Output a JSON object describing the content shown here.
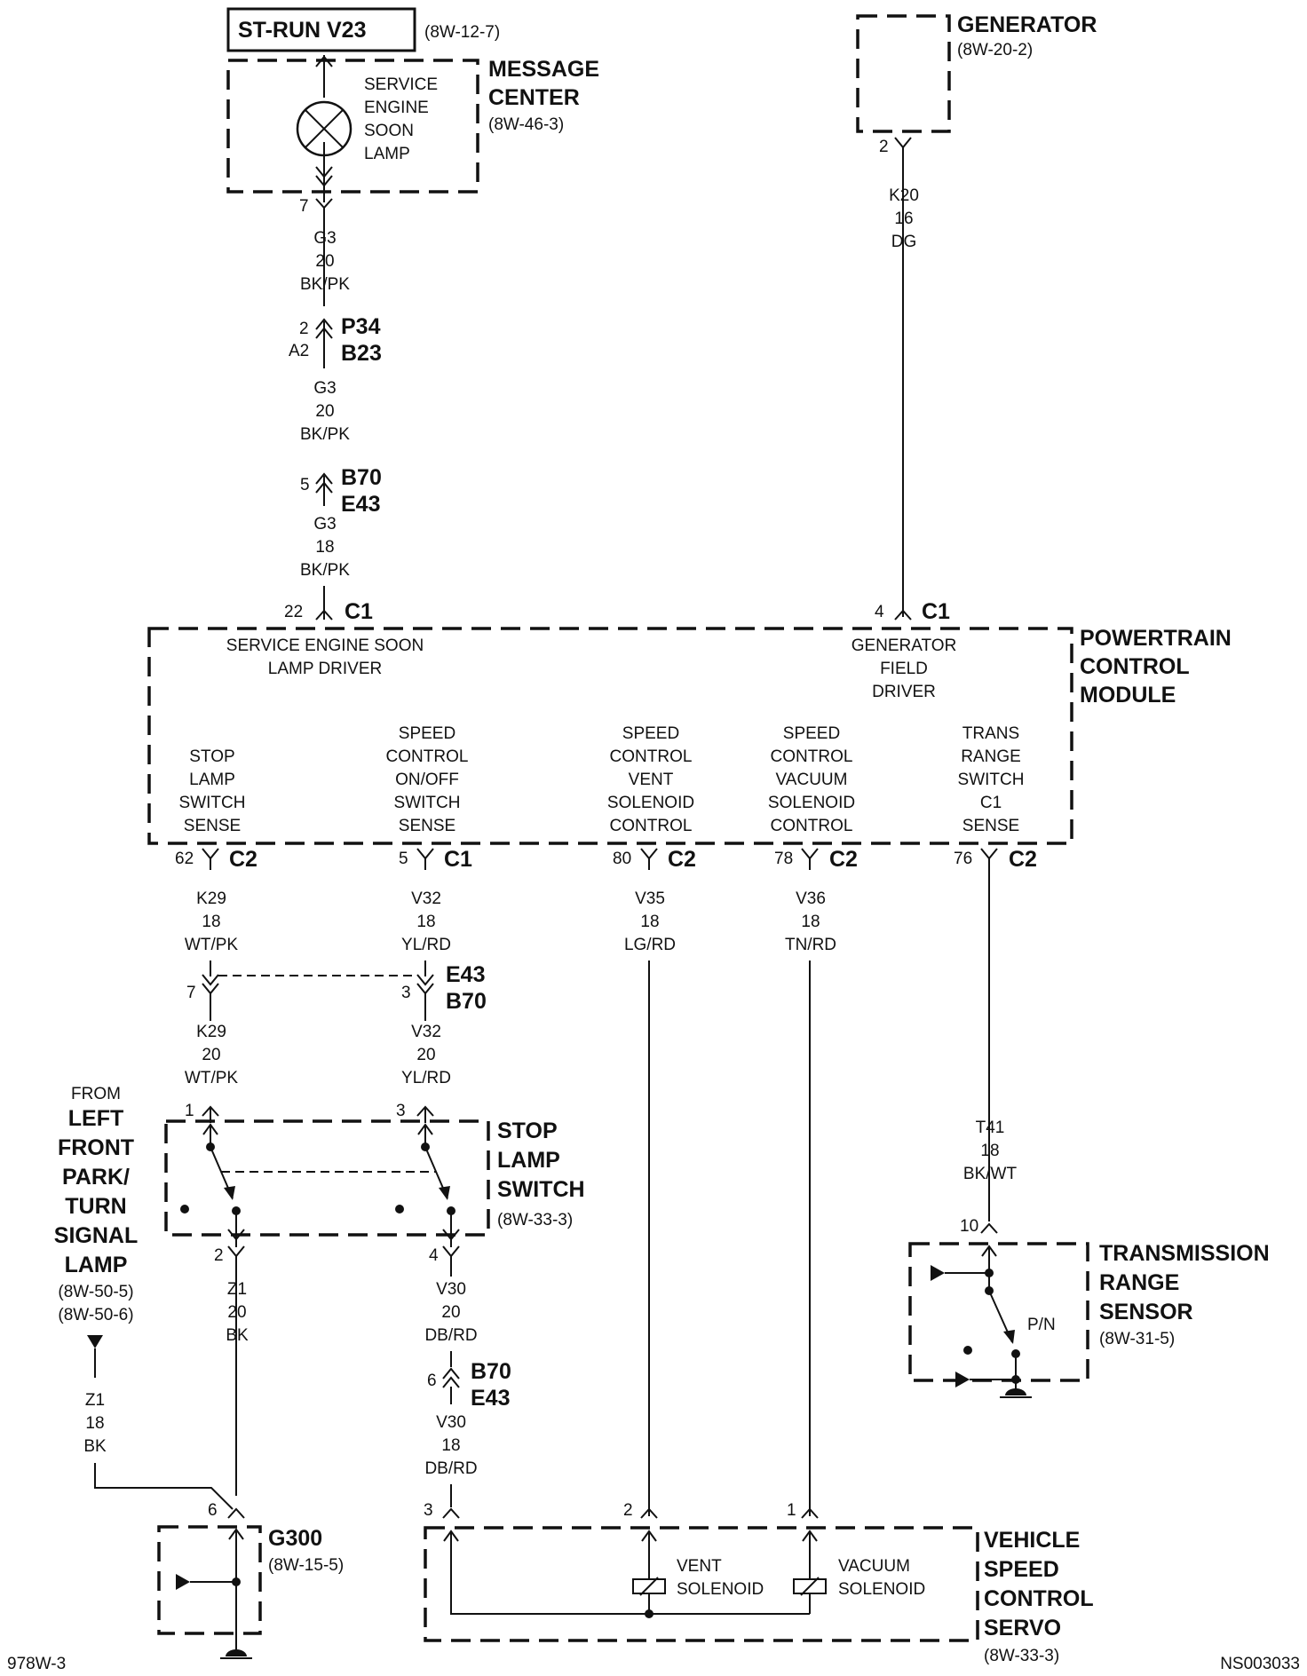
{
  "st_run": {
    "label": "ST-RUN V23",
    "ref": "(8W-12-7)"
  },
  "message_center": {
    "title1": "MESSAGE",
    "title2": "CENTER",
    "ref": "(8W-46-3)",
    "lamp": [
      "SERVICE",
      "ENGINE",
      "SOON",
      "LAMP"
    ],
    "pin": "7"
  },
  "generator": {
    "title": "GENERATOR",
    "ref": "(8W-20-2)",
    "pin": "2"
  },
  "wire_g3_a": [
    "G3",
    "20",
    "BK/PK"
  ],
  "conn_p34": {
    "pin_top": "2",
    "pin_bottom": "A2",
    "name_top": "P34",
    "name_bottom": "B23"
  },
  "wire_g3_b": [
    "G3",
    "20",
    "BK/PK"
  ],
  "conn_b70_top": {
    "pin": "5",
    "name_top": "B70",
    "name_bottom": "E43"
  },
  "wire_g3_c": [
    "G3",
    "18",
    "BK/PK"
  ],
  "wire_k20": [
    "K20",
    "16",
    "DG"
  ],
  "pcm": {
    "title": [
      "POWERTRAIN",
      "CONTROL",
      "MODULE"
    ],
    "pin_sesl": "22",
    "conn_sesl": "C1",
    "pin_gen": "4",
    "conn_gen": "C1",
    "sesl_label": [
      "SERVICE ENGINE SOON",
      "LAMP DRIVER"
    ],
    "gen_label": [
      "GENERATOR",
      "FIELD",
      "DRIVER"
    ],
    "inputs": [
      {
        "label": [
          "STOP",
          "LAMP",
          "SWITCH",
          "SENSE"
        ],
        "pin": "62",
        "conn": "C2"
      },
      {
        "label": [
          "SPEED",
          "CONTROL",
          "ON/OFF",
          "SWITCH",
          "SENSE"
        ],
        "pin": "5",
        "conn": "C1"
      },
      {
        "label": [
          "SPEED",
          "CONTROL",
          "VENT",
          "SOLENOID",
          "CONTROL"
        ],
        "pin": "80",
        "conn": "C2"
      },
      {
        "label": [
          "SPEED",
          "CONTROL",
          "VACUUM",
          "SOLENOID",
          "CONTROL"
        ],
        "pin": "78",
        "conn": "C2"
      },
      {
        "label": [
          "TRANS",
          "RANGE",
          "SWITCH",
          "C1",
          "SENSE"
        ],
        "pin": "76",
        "conn": "C2"
      }
    ]
  },
  "wire_k29_a": [
    "K29",
    "18",
    "WT/PK"
  ],
  "wire_v32_a": [
    "V32",
    "18",
    "YL/RD"
  ],
  "wire_v35": [
    "V35",
    "18",
    "LG/RD"
  ],
  "wire_v36": [
    "V36",
    "18",
    "TN/RD"
  ],
  "conn_e43": {
    "pin_left": "7",
    "pin_right": "3",
    "name_top": "E43",
    "name_bottom": "B70"
  },
  "wire_k29_b": [
    "K29",
    "20",
    "WT/PK"
  ],
  "wire_v32_b": [
    "V32",
    "20",
    "YL/RD"
  ],
  "stop_lamp_switch": {
    "title": [
      "STOP",
      "LAMP",
      "SWITCH"
    ],
    "ref": "(8W-33-3)",
    "pin_in_left": "1",
    "pin_in_right": "3",
    "pin_out_left": "2",
    "pin_out_right": "4"
  },
  "from_left": {
    "label": [
      "FROM",
      "LEFT",
      "FRONT",
      "PARK/",
      "TURN",
      "SIGNAL",
      "LAMP"
    ],
    "refs": [
      "(8W-50-5)",
      "(8W-50-6)"
    ]
  },
  "wire_z1_a": [
    "Z1",
    "20",
    "BK"
  ],
  "wire_z1_b": [
    "Z1",
    "18",
    "BK"
  ],
  "wire_v30_a": [
    "V30",
    "20",
    "DB/RD"
  ],
  "conn_b70_bottom": {
    "pin": "6",
    "name_top": "B70",
    "name_bottom": "E43"
  },
  "wire_v30_b": [
    "V30",
    "18",
    "DB/RD"
  ],
  "wire_t41": [
    "T41",
    "18",
    "BK/WT"
  ],
  "trs": {
    "title": [
      "TRANSMISSION",
      "RANGE",
      "SENSOR"
    ],
    "ref": "(8W-31-5)",
    "pin": "10",
    "pn": "P/N"
  },
  "g300": {
    "title": "G300",
    "ref": "(8W-15-5)",
    "pin": "6"
  },
  "servo": {
    "title": [
      "VEHICLE",
      "SPEED",
      "CONTROL",
      "SERVO"
    ],
    "ref": "(8W-33-3)",
    "pin_a": "3",
    "pin_b": "2",
    "pin_c": "1",
    "vent": [
      "VENT",
      "SOLENOID"
    ],
    "vacuum": [
      "VACUUM",
      "SOLENOID"
    ]
  },
  "footer": {
    "left": "978W-3",
    "right": "NS003033"
  }
}
